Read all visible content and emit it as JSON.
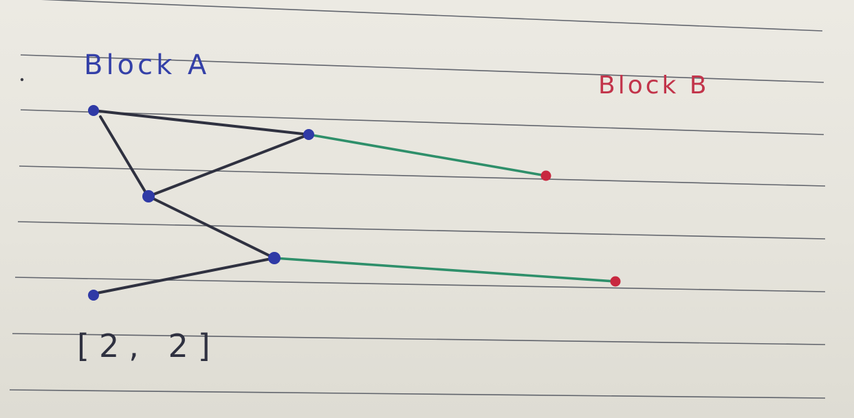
{
  "labels": {
    "block_a": "Block A",
    "block_b": "Block B",
    "bracket_note": "[2, 2]"
  },
  "colors": {
    "paper": "#e9e7df",
    "ruled_line": "#4b4f5a",
    "block_a_ink": "#3440a8",
    "block_b_ink": "#c2344a",
    "edge_within": "#2f3140",
    "edge_between": "#2e8f6a",
    "node_a": "#2f3aa6",
    "node_b": "#c8283f"
  }
}
